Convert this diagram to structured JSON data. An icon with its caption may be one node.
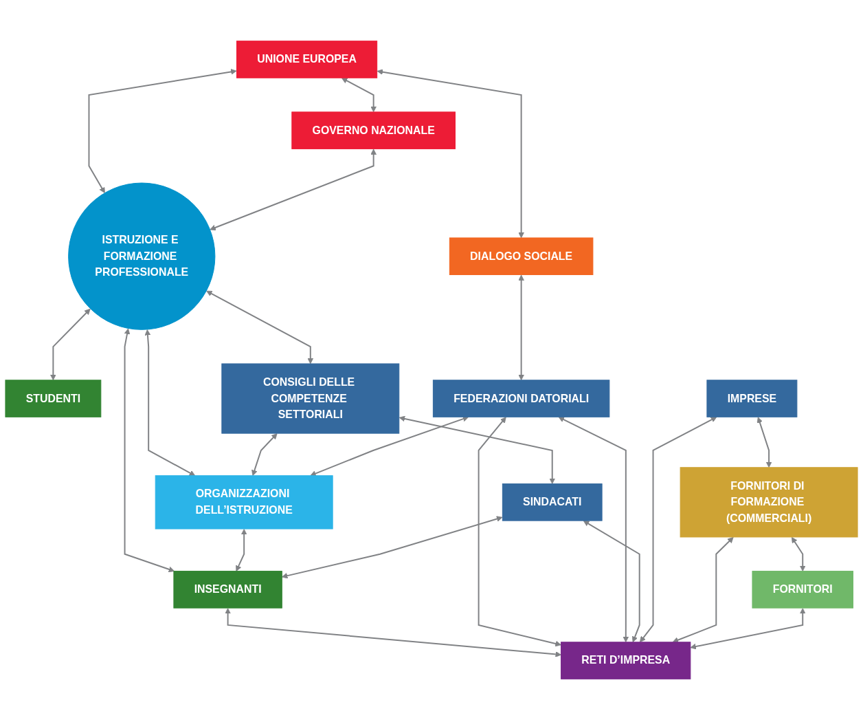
{
  "diagram": {
    "nodes": [
      {
        "text": [
          "UNIONE EUROPEA"
        ]
      },
      {
        "text": [
          "GOVERNO NAZIONALE"
        ]
      },
      {
        "text": [
          "DIALOGO SOCIALE"
        ]
      },
      {
        "text": [
          "ISTRUZIONE E FORMAZIONE PROFESSIONALE"
        ]
      },
      {
        "text": [
          "STUDENTI"
        ]
      },
      {
        "text": [
          "INSEGNANTI"
        ]
      },
      {
        "text": [
          "CONSIGLI DELLE COMPETENZE SETTORIALI"
        ]
      },
      {
        "text": [
          "ORGANIZZAZIONI DELL’ISTRUZIONE"
        ]
      },
      {
        "text": [
          "FEDERAZIONI DATORIALI"
        ]
      },
      {
        "text": [
          "SINDACATI"
        ]
      },
      {
        "text": [
          "IMPRESE"
        ]
      },
      {
        "text": [
          "RETI D’IMPRESA"
        ]
      },
      {
        "text": [
          "FORNITORI DI FORMAZIONE (COMMERCIALI)"
        ]
      },
      {
        "text": [
          "FORNITORI"
        ]
      }
    ],
    "edges": [
      {
        "from": 0,
        "to": 1,
        "arrow": "both"
      },
      {
        "from": 0,
        "to": 2,
        "arrow": "both"
      },
      {
        "from": 0,
        "to": 3,
        "arrow": "both"
      },
      {
        "from": 1,
        "to": 3,
        "arrow": "both"
      },
      {
        "from": 3,
        "to": 4,
        "arrow": "both"
      },
      {
        "from": 3,
        "to": 5,
        "arrow": "both"
      },
      {
        "from": 3,
        "to": 6,
        "arrow": "both"
      },
      {
        "from": 3,
        "to": 7,
        "arrow": "both"
      },
      {
        "from": 2,
        "to": 8,
        "arrow": "both"
      },
      {
        "from": 6,
        "to": 7,
        "arrow": "both"
      },
      {
        "from": 8,
        "to": 7,
        "arrow": "both"
      },
      {
        "from": 7,
        "to": 5,
        "arrow": "both"
      },
      {
        "from": 6,
        "to": 9,
        "arrow": "both"
      },
      {
        "from": 9,
        "to": 5,
        "arrow": "both"
      },
      {
        "from": 5,
        "to": 11,
        "arrow": "both"
      },
      {
        "from": 8,
        "to": 11,
        "arrow": "both"
      },
      {
        "from": 8,
        "to": 11,
        "arrow": "both"
      },
      {
        "from": 9,
        "to": 11,
        "arrow": "both"
      },
      {
        "from": 10,
        "to": 11,
        "arrow": "both"
      },
      {
        "from": 12,
        "to": 11,
        "arrow": "both"
      },
      {
        "from": 13,
        "to": 11,
        "arrow": "both"
      },
      {
        "from": 10,
        "to": 12,
        "arrow": "both"
      },
      {
        "from": 12,
        "to": 13,
        "arrow": "both"
      }
    ]
  }
}
